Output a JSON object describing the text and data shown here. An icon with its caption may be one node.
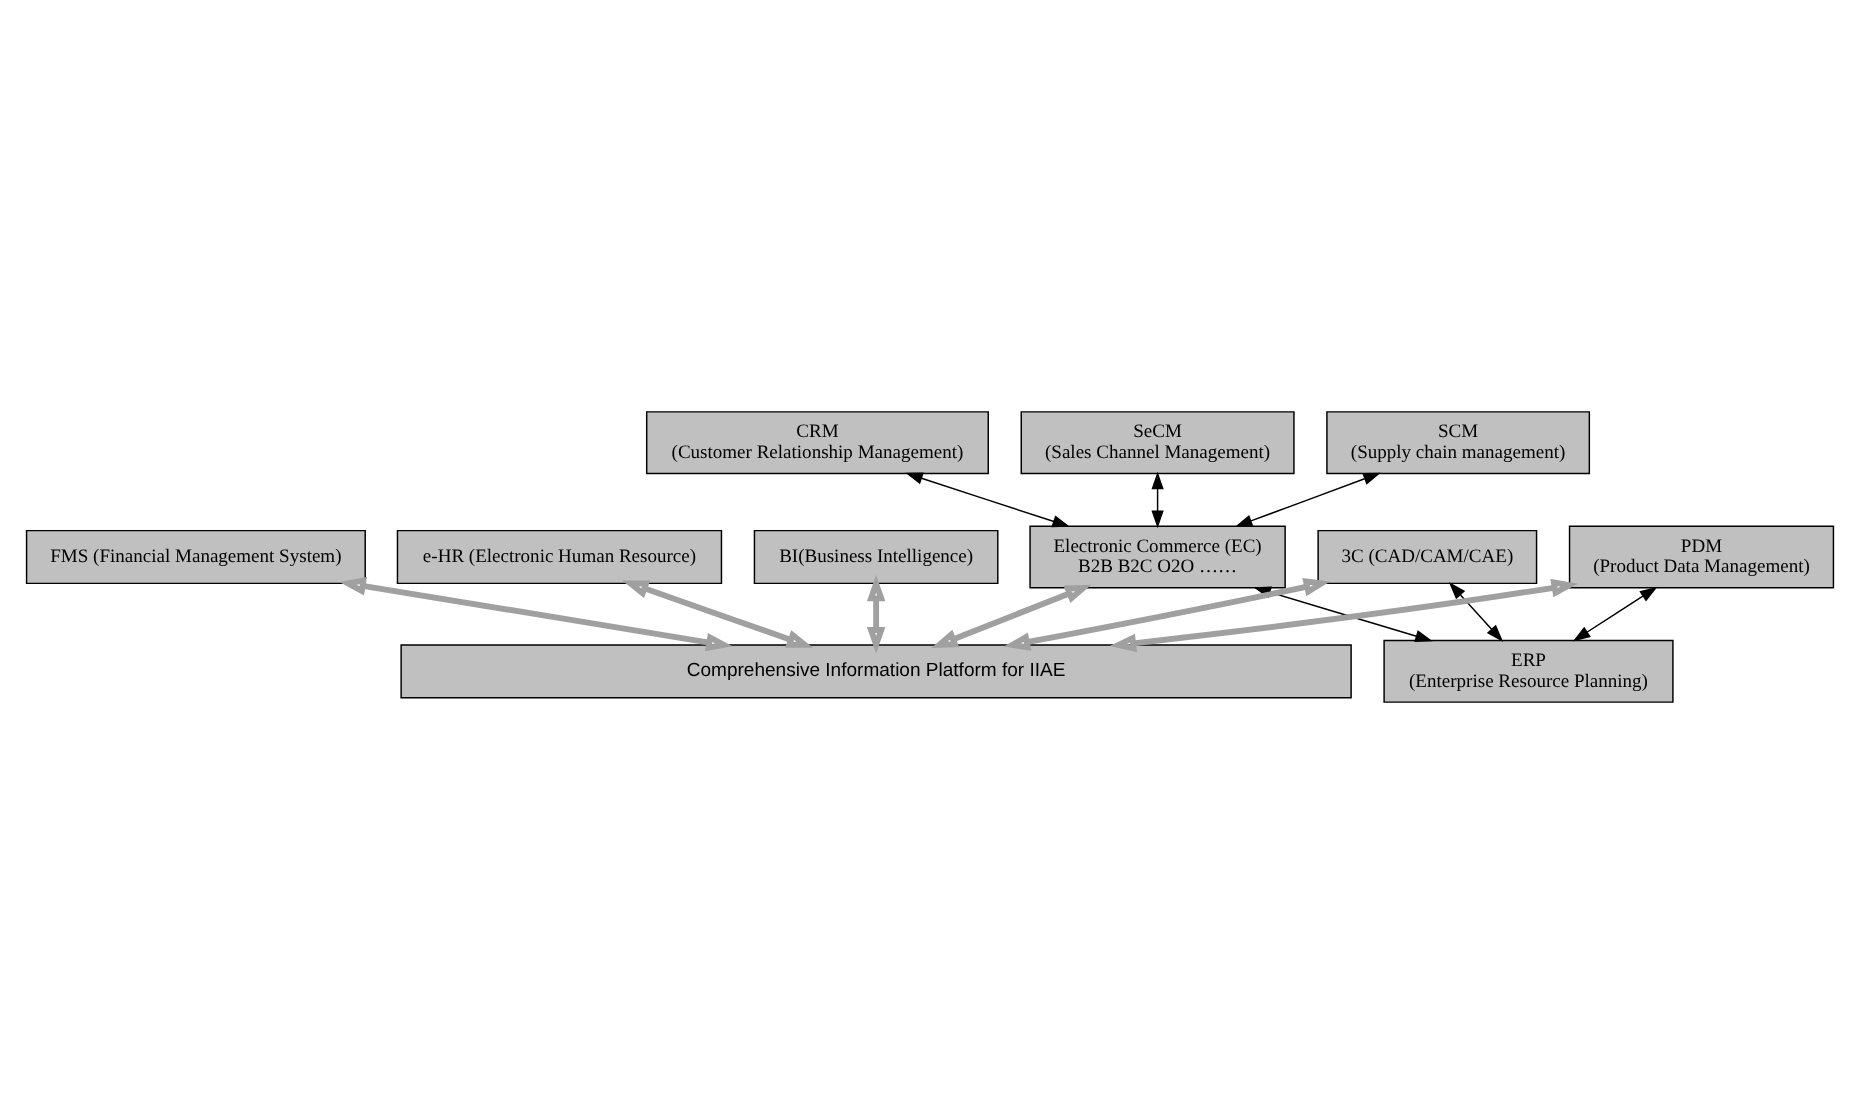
{
  "diagram": {
    "nodes": [
      {
        "text": [
          "FMS (Financial Management System)"
        ]
      },
      {
        "text": [
          "e-HR (Electronic Human Resource)"
        ]
      },
      {
        "text": [
          "BI(Business Intelligence)"
        ]
      },
      {
        "text": [
          "ERP",
          "(Enterprise Resource Planning)"
        ]
      },
      {
        "text": [
          "CRM",
          "(Customer Relationship Management)"
        ]
      },
      {
        "text": [
          "SeCM",
          "(Sales Channel Management)"
        ]
      },
      {
        "text": [
          "SCM",
          "(Supply chain management)"
        ]
      },
      {
        "text": [
          "Electronic Commerce (EC)",
          "B2B B2C O2O ……"
        ]
      },
      {
        "text": [
          "3C (CAD/CAM/CAE)"
        ]
      },
      {
        "text": [
          "PDM",
          "(Product Data Management)"
        ]
      },
      {
        "text": [
          "Comprehensive Information Platform for IIAE"
        ]
      }
    ],
    "edges": [
      {
        "from": 3,
        "to": 7,
        "arrow": "both"
      },
      {
        "from": 4,
        "to": 7,
        "arrow": "both"
      },
      {
        "from": 5,
        "to": 7,
        "arrow": "both"
      },
      {
        "from": 6,
        "to": 7,
        "arrow": "both"
      },
      {
        "from": 3,
        "to": 8,
        "arrow": "both"
      },
      {
        "from": 9,
        "to": 3,
        "arrow": "both"
      },
      {
        "from": 0,
        "to": 10,
        "arrow": "both",
        "style": "thick",
        "color": "#a0a0a0"
      },
      {
        "from": 1,
        "to": 10,
        "arrow": "both",
        "style": "thick",
        "color": "#a0a0a0"
      },
      {
        "from": 2,
        "to": 10,
        "arrow": "both",
        "style": "thick",
        "color": "#a0a0a0"
      },
      {
        "from": 7,
        "to": 10,
        "arrow": "both",
        "style": "thick",
        "color": "#a0a0a0"
      },
      {
        "from": 8,
        "to": 10,
        "arrow": "both",
        "style": "thick",
        "color": "#a0a0a0"
      },
      {
        "from": 9,
        "to": 10,
        "arrow": "both",
        "style": "thick",
        "color": "#a0a0a0"
      }
    ]
  }
}
